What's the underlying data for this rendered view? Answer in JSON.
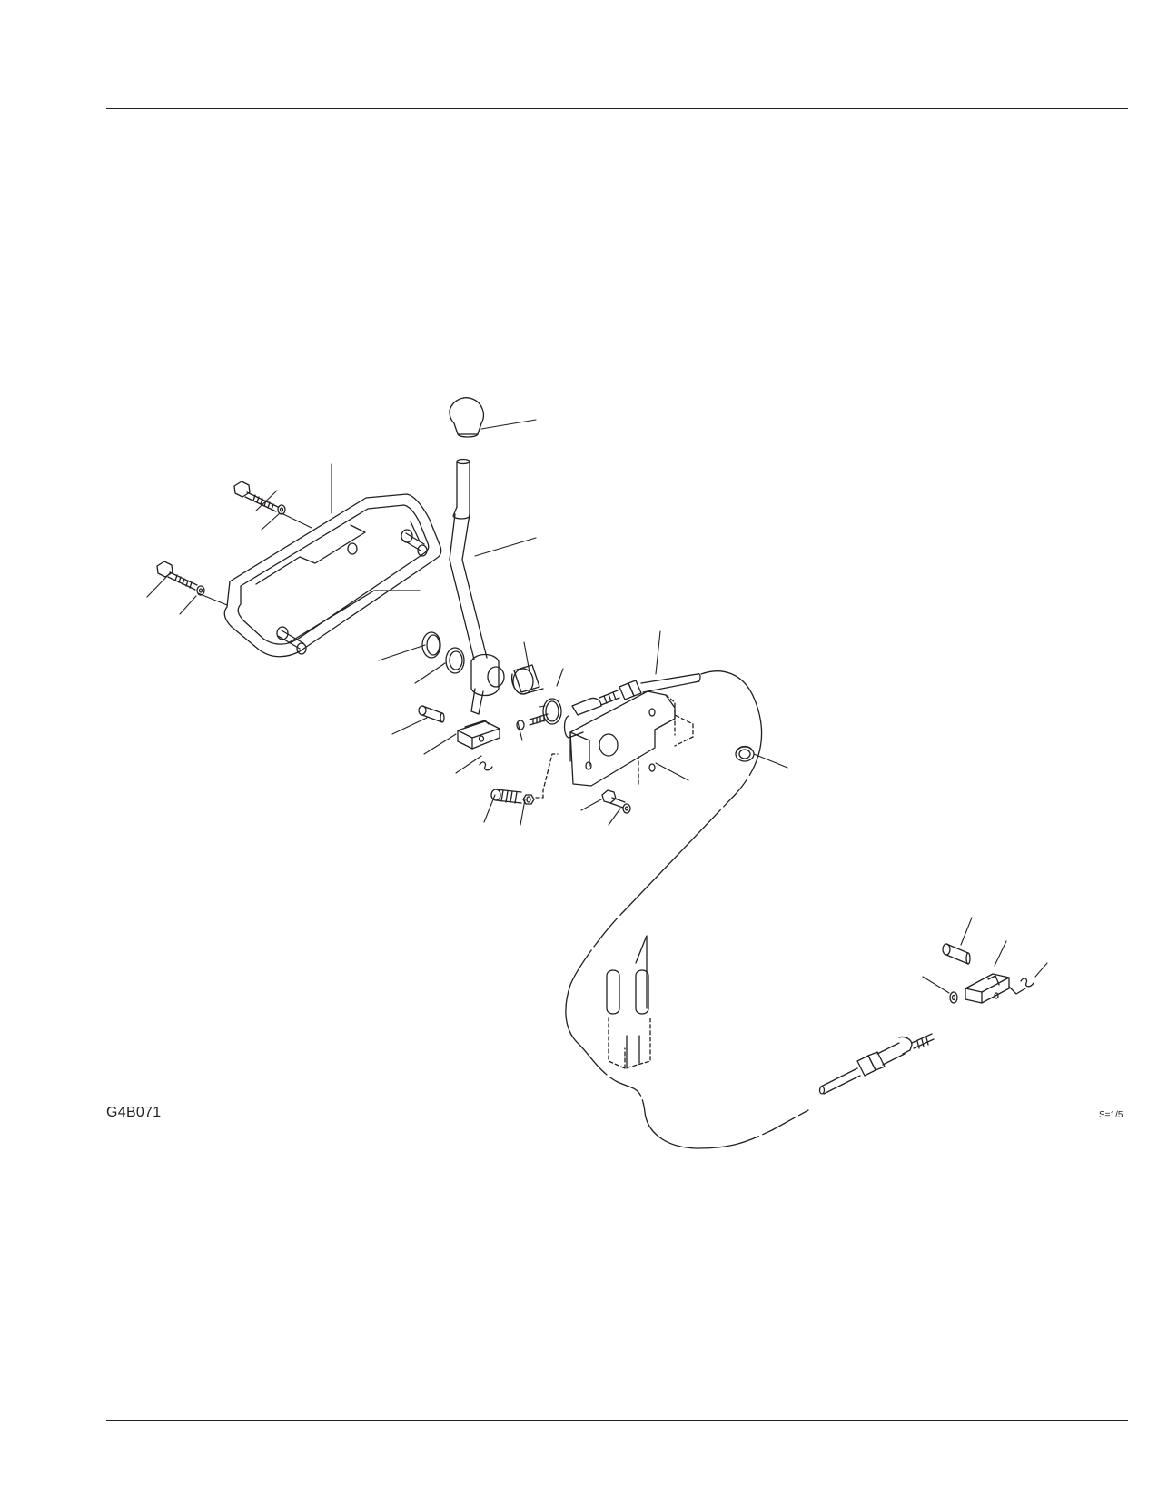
{
  "figure": {
    "code": "G4B071",
    "scale": "S=1/5"
  },
  "colors": {
    "ink": "#231f20",
    "paper": "#ffffff"
  },
  "parts": [
    "knob",
    "lever",
    "cover",
    "cover-bolt",
    "washer",
    "snap-ring",
    "plain-washer",
    "bushing",
    "o-ring",
    "clevis",
    "clevis-pin",
    "cotter-pin",
    "spring-washer",
    "bracket",
    "bracket-bolt",
    "control-cable",
    "grommet",
    "floor-guide",
    "cable-end-clevis",
    "cable-end-pin",
    "cable-end-nut"
  ]
}
